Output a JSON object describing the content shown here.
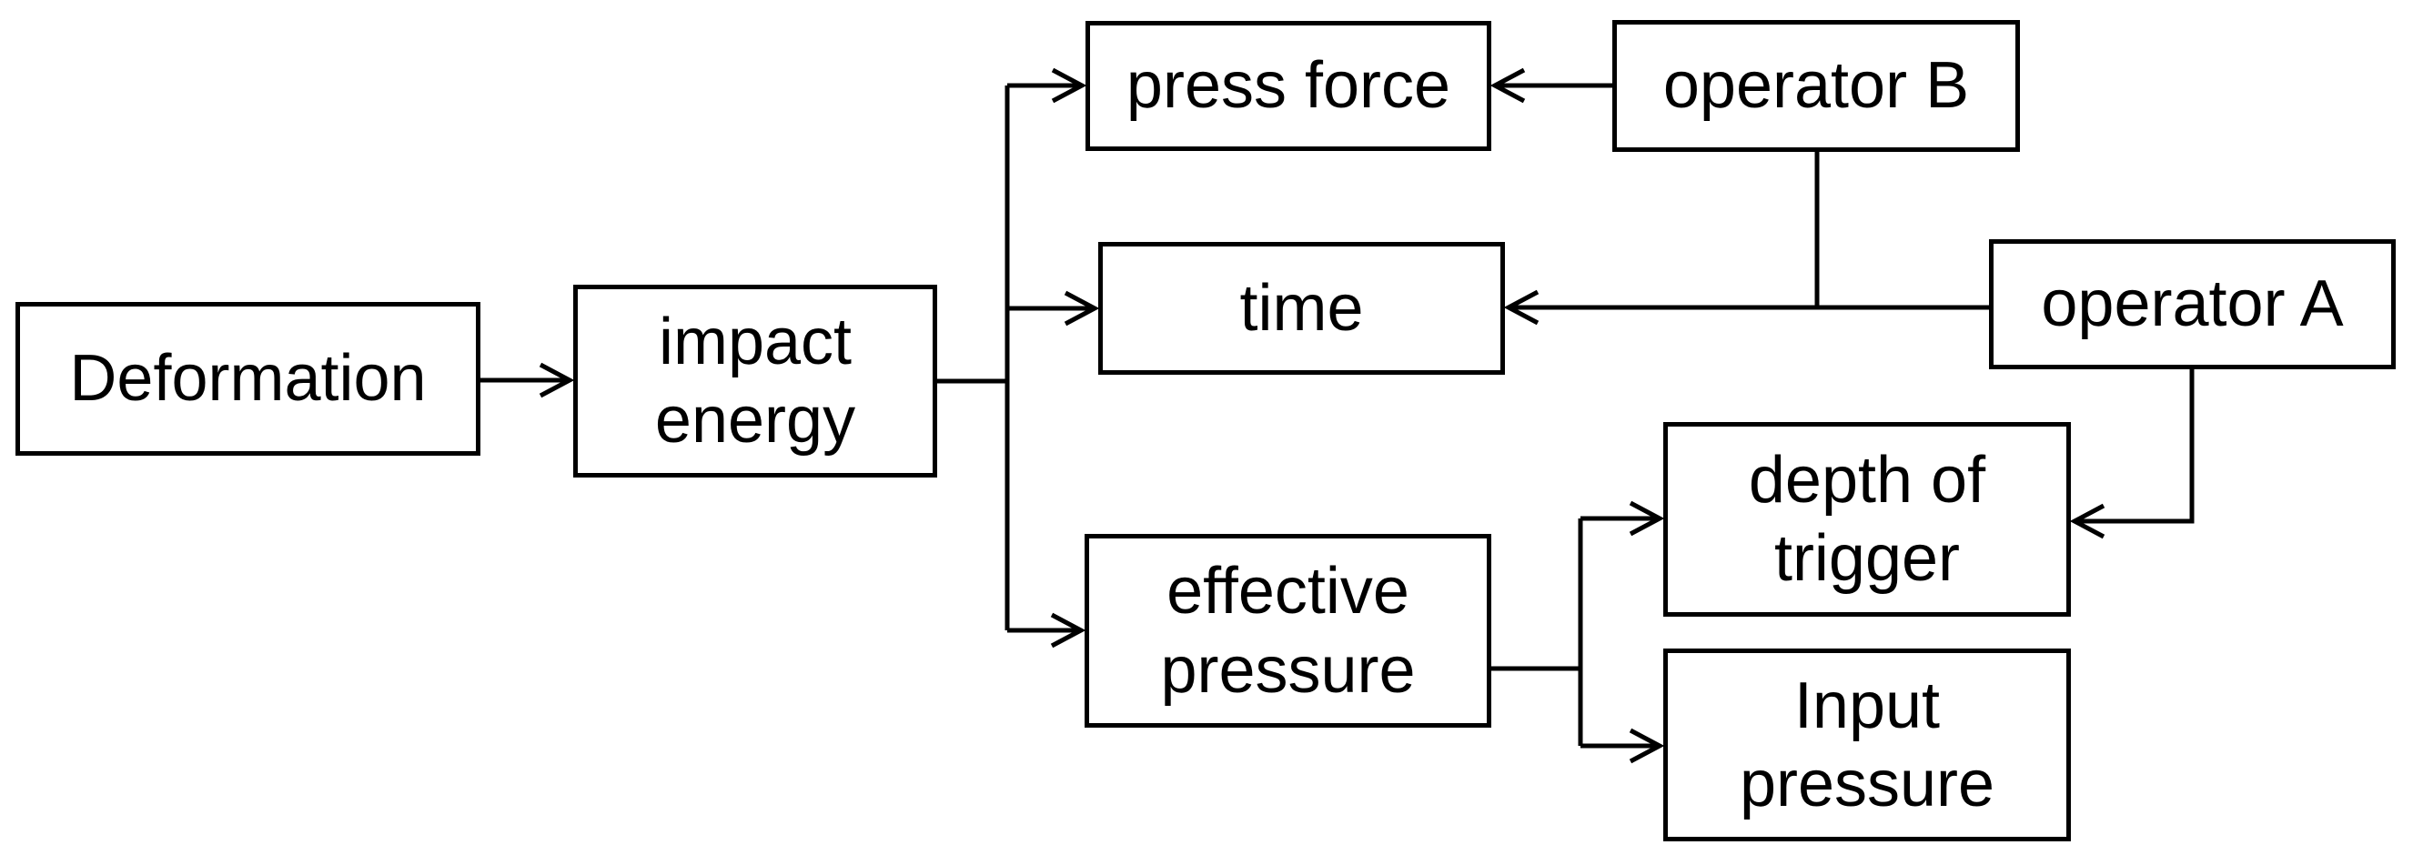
{
  "diagram": {
    "background_color": "#ffffff",
    "line_color": "#000000",
    "box_fill_color": "#ffffff",
    "nodes": {
      "deformation": {
        "label": "Deformation"
      },
      "impact_energy": {
        "label": "impact energy"
      },
      "press_force": {
        "label": "press force"
      },
      "operator_b": {
        "label": "operator B"
      },
      "time": {
        "label": "time"
      },
      "operator_a": {
        "label": "operator A"
      },
      "effective_pressure": {
        "label": "effective pressure"
      },
      "depth_of_trigger": {
        "label": "depth of trigger"
      },
      "input_pressure": {
        "label": "Input pressure"
      }
    },
    "edges": [
      {
        "from": "deformation",
        "to": "impact_energy",
        "arrow": true
      },
      {
        "from": "impact_energy",
        "to": "press_force",
        "arrow": true
      },
      {
        "from": "impact_energy",
        "to": "time",
        "arrow": true
      },
      {
        "from": "impact_energy",
        "to": "effective_pressure",
        "arrow": true
      },
      {
        "from": "operator_b",
        "to": "press_force",
        "arrow": true
      },
      {
        "from": "operator_b",
        "to": "time",
        "arrow": true
      },
      {
        "from": "operator_a",
        "to": "time",
        "arrow": true
      },
      {
        "from": "operator_a",
        "to": "depth_of_trigger",
        "arrow": true
      },
      {
        "from": "effective_pressure",
        "to": "depth_of_trigger",
        "arrow": true
      },
      {
        "from": "effective_pressure",
        "to": "input_pressure",
        "arrow": true
      }
    ]
  }
}
